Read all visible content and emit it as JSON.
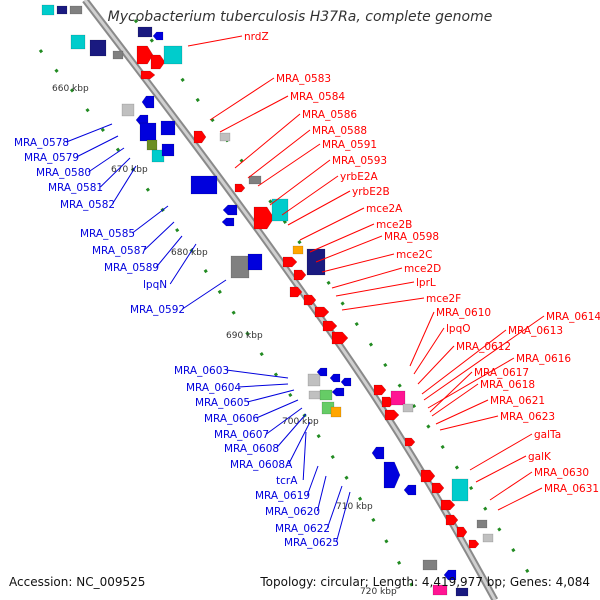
{
  "title": "Mycobacterium tuberculosis H37Ra, complete genome",
  "footer": {
    "accession": "Accession: NC_009525",
    "summary": "Topology: circular; Length: 4,419,977 bp; Genes: 4,084"
  },
  "colors": {
    "forward_strand": "#ff0000",
    "reverse_strand": "#0000dd",
    "backbone": "#999999",
    "tick_marks": "#228b22",
    "other_features": [
      "#00cccc",
      "#1a1a80",
      "#808080",
      "#ffa500",
      "#ff1493",
      "#6b8e23",
      "#c0c0c0",
      "#66cc66"
    ]
  },
  "scale_labels": [
    "660 kbp",
    "670 kbp",
    "680 kbp",
    "690 kbp",
    "700 kbp",
    "710 kbp",
    "720 kbp"
  ],
  "forward_labels": [
    "nrdZ",
    "MRA_0583",
    "MRA_0584",
    "MRA_0586",
    "MRA_0588",
    "MRA_0591",
    "MRA_0593",
    "yrbE2A",
    "yrbE2B",
    "mce2A",
    "mce2B",
    "MRA_0598",
    "mce2C",
    "mce2D",
    "lprL",
    "mce2F",
    "MRA_0610",
    "lpqO",
    "MRA_0612",
    "MRA_0613",
    "MRA_0614",
    "MRA_0616",
    "MRA_0617",
    "MRA_0618",
    "MRA_0621",
    "MRA_0623",
    "galTa",
    "galK",
    "MRA_0630",
    "MRA_0631"
  ],
  "reverse_labels": [
    "MRA_0578",
    "MRA_0579",
    "MRA_0580",
    "MRA_0581",
    "MRA_0582",
    "MRA_0585",
    "MRA_0587",
    "MRA_0589",
    "lpqN",
    "MRA_0592",
    "MRA_0603",
    "MRA_0604",
    "MRA_0605",
    "MRA_0606",
    "MRA_0607",
    "MRA_0608",
    "MRA_0608A",
    "tcrA",
    "MRA_0619",
    "MRA_0620",
    "MRA_0622",
    "MRA_0625"
  ]
}
